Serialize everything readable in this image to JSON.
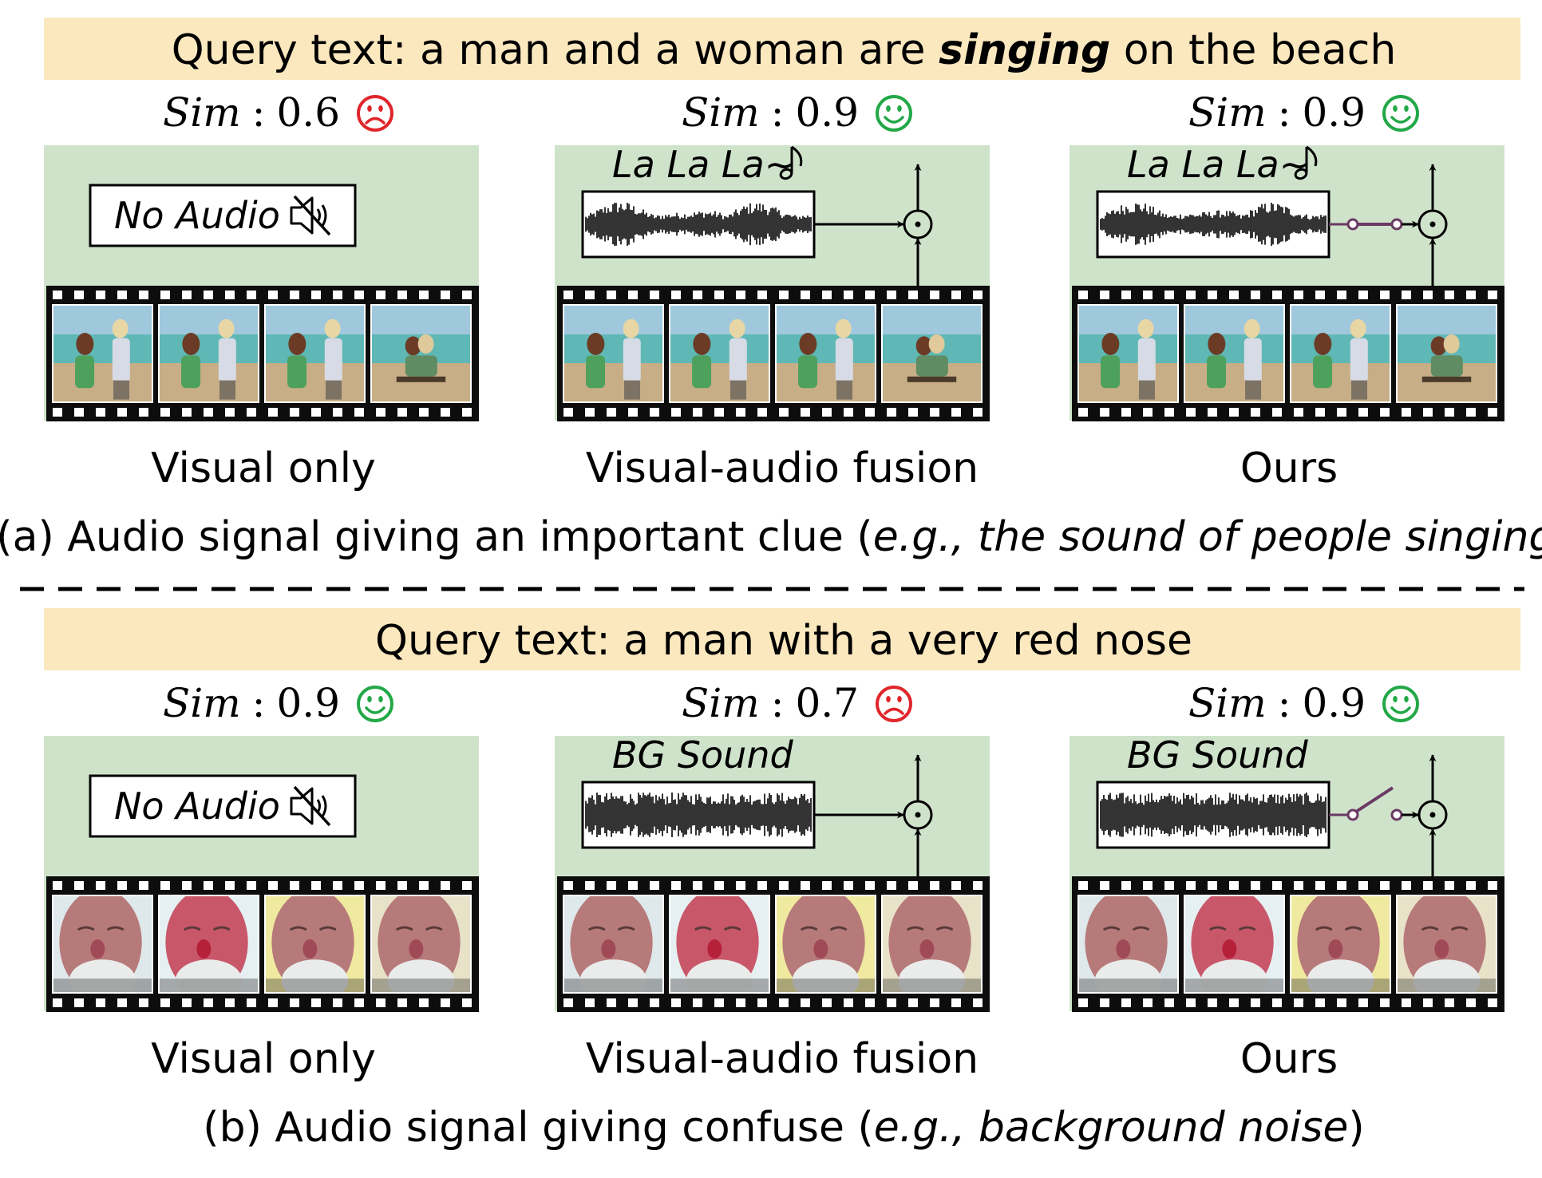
{
  "colors": {
    "query_bg": "#fbe8bf",
    "panel_bg": "#cfe3cb",
    "happy": "#22a847",
    "sad": "#e0262b",
    "film": "#0d0d0d",
    "switch": "#6a3a63"
  },
  "sections": [
    {
      "query_prefix": "Query text: a man and a woman are ",
      "query_emphasis": "singing",
      "query_suffix": " on the beach",
      "caption_prefix": "(a) Audio signal giving an important clue (",
      "caption_italic": "e.g., the sound of people singing",
      "caption_suffix": ")",
      "frame_theme": "beach",
      "panels": [
        {
          "sim_label": "Sim",
          "sim_sep": ":",
          "sim_value": "0.6",
          "face": "sad",
          "face_icon": "frowning-face-icon",
          "audio_type": "none",
          "box_text": "No Audio",
          "box_icon": "speaker-muted-icon",
          "method": "Visual only"
        },
        {
          "sim_label": "Sim",
          "sim_sep": ":",
          "sim_value": "0.9",
          "face": "happy",
          "face_icon": "smiling-face-icon",
          "audio_type": "wave",
          "audio_label": "La La La~",
          "audio_icon": "music-note-icon",
          "connector": "direct",
          "method": "Visual-audio fusion"
        },
        {
          "sim_label": "Sim",
          "sim_sep": ":",
          "sim_value": "0.9",
          "face": "happy",
          "face_icon": "smiling-face-icon",
          "audio_type": "wave",
          "audio_label": "La La La~",
          "audio_icon": "music-note-icon",
          "connector": "switch-closed",
          "method": "Ours"
        }
      ]
    },
    {
      "query_prefix": "Query text: a man with a very red nose",
      "query_emphasis": "",
      "query_suffix": "",
      "caption_prefix": "(b) Audio signal giving confuse (",
      "caption_italic": "e.g., background noise",
      "caption_suffix": ")",
      "frame_theme": "face",
      "panels": [
        {
          "sim_label": "Sim",
          "sim_sep": ":",
          "sim_value": "0.9",
          "face": "happy",
          "face_icon": "smiling-face-icon",
          "audio_type": "none",
          "box_text": "No Audio",
          "box_icon": "speaker-muted-icon",
          "method": "Visual only"
        },
        {
          "sim_label": "Sim",
          "sim_sep": ":",
          "sim_value": "0.7",
          "face": "sad",
          "face_icon": "frowning-face-icon",
          "audio_type": "noise",
          "audio_label": "BG Sound",
          "connector": "direct",
          "method": "Visual-audio fusion"
        },
        {
          "sim_label": "Sim",
          "sim_sep": ":",
          "sim_value": "0.9",
          "face": "happy",
          "face_icon": "smiling-face-icon",
          "audio_type": "noise",
          "audio_label": "BG Sound",
          "connector": "switch-open",
          "method": "Ours"
        }
      ]
    }
  ]
}
